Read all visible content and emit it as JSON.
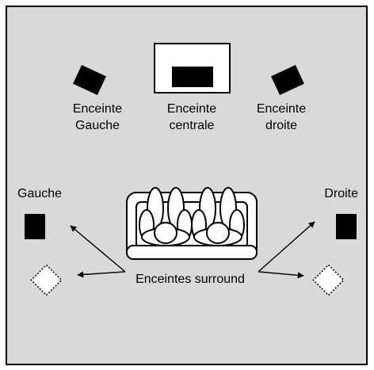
{
  "colors": {
    "background": "#d9d9d9",
    "frame": "#000000",
    "speaker": "#000000",
    "surround_speaker": "#ffffff",
    "screen": "#ffffff"
  },
  "labels": {
    "front_left_line1": "Enceinte",
    "front_left_line2": "Gauche",
    "center_line1": "Enceinte",
    "center_line2": "centrale",
    "front_right_line1": "Enceinte",
    "front_right_line2": "droite",
    "side_left": "Gauche",
    "side_right": "Droite",
    "surround": "Enceintes surround"
  },
  "icons": {
    "front_left": "speaker-icon",
    "center": "center-speaker-icon",
    "front_right": "speaker-icon",
    "sofa": "sofa-with-listeners-icon",
    "surround_left": "speaker-icon",
    "surround_right": "speaker-icon",
    "surround_back_left": "dotted-speaker-icon",
    "surround_back_right": "dotted-speaker-icon"
  }
}
